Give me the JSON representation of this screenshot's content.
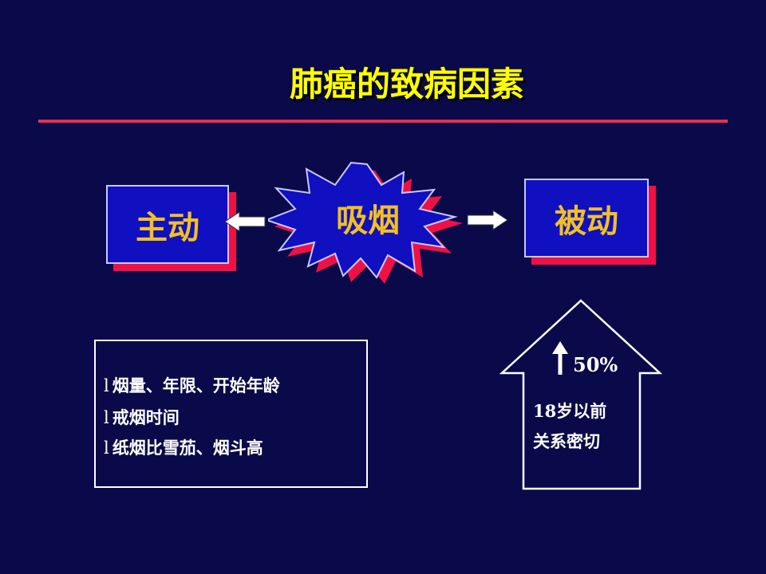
{
  "title": "肺癌的致病因素",
  "center_label": "吸烟",
  "left_box_label": "主动",
  "right_box_label": "被动",
  "bullet_char": "l",
  "factors": [
    "烟量、年限、开始年龄",
    "戒烟时间",
    "纸烟比雪茄、烟斗高"
  ],
  "passive_note": {
    "percent": "50%",
    "line1": "18岁以前",
    "line2": "关系密切"
  },
  "colors": {
    "background": "#0a0a4a",
    "title": "#ffff00",
    "rule": "#e8304a",
    "box_fill": "#1010c0",
    "box_shadow": "#ee1144",
    "label_gold": "#f2c020"
  }
}
